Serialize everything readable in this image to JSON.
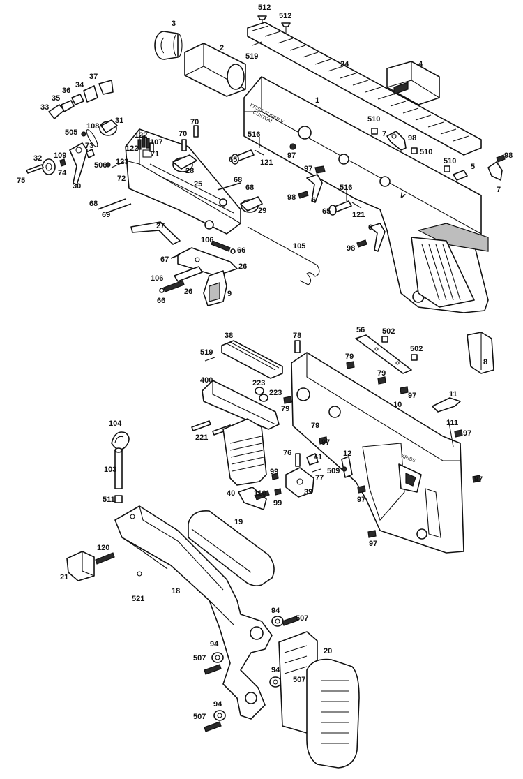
{
  "receiver_engraving": {
    "line1": "KRISS SUPER V",
    "line2": "CUSTOM"
  },
  "lower_engraving": "KRISS",
  "logo_text": "V",
  "part_labels": [
    {
      "id": "p512a",
      "text": "512"
    },
    {
      "id": "p512b",
      "text": "512"
    },
    {
      "id": "p3",
      "text": "3"
    },
    {
      "id": "p2",
      "text": "2"
    },
    {
      "id": "p519a",
      "text": "519"
    },
    {
      "id": "p24",
      "text": "24"
    },
    {
      "id": "p4",
      "text": "4"
    },
    {
      "id": "p37",
      "text": "37"
    },
    {
      "id": "p34",
      "text": "34"
    },
    {
      "id": "p36",
      "text": "36"
    },
    {
      "id": "p35",
      "text": "35"
    },
    {
      "id": "p33",
      "text": "33"
    },
    {
      "id": "p1",
      "text": "1"
    },
    {
      "id": "p31",
      "text": "31"
    },
    {
      "id": "p108",
      "text": "108"
    },
    {
      "id": "p505",
      "text": "505"
    },
    {
      "id": "p122a",
      "text": "122"
    },
    {
      "id": "p107",
      "text": "107"
    },
    {
      "id": "p122b",
      "text": "122"
    },
    {
      "id": "p71",
      "text": "71"
    },
    {
      "id": "p70a",
      "text": "70"
    },
    {
      "id": "p70b",
      "text": "70"
    },
    {
      "id": "p516a",
      "text": "516"
    },
    {
      "id": "p510a",
      "text": "510"
    },
    {
      "id": "p7a",
      "text": "7"
    },
    {
      "id": "p98a",
      "text": "98"
    },
    {
      "id": "p510b",
      "text": "510"
    },
    {
      "id": "p98b",
      "text": "98"
    },
    {
      "id": "p73",
      "text": "73"
    },
    {
      "id": "p109",
      "text": "109"
    },
    {
      "id": "p32",
      "text": "32"
    },
    {
      "id": "p74",
      "text": "74"
    },
    {
      "id": "p75",
      "text": "75"
    },
    {
      "id": "p30",
      "text": "30"
    },
    {
      "id": "p506",
      "text": "506"
    },
    {
      "id": "p123",
      "text": "123"
    },
    {
      "id": "p72",
      "text": "72"
    },
    {
      "id": "p28",
      "text": "28"
    },
    {
      "id": "p65a",
      "text": "65"
    },
    {
      "id": "p121a",
      "text": "121"
    },
    {
      "id": "p97a",
      "text": "97"
    },
    {
      "id": "p510c",
      "text": "510"
    },
    {
      "id": "p5",
      "text": "5"
    },
    {
      "id": "p7b",
      "text": "7"
    },
    {
      "id": "p25",
      "text": "25"
    },
    {
      "id": "p68a",
      "text": "68"
    },
    {
      "id": "p68b",
      "text": "68"
    },
    {
      "id": "p97b",
      "text": "97"
    },
    {
      "id": "p98c",
      "text": "98"
    },
    {
      "id": "p6a",
      "text": "6"
    },
    {
      "id": "p516b",
      "text": "516"
    },
    {
      "id": "p68c",
      "text": "68"
    },
    {
      "id": "p69",
      "text": "69"
    },
    {
      "id": "p29",
      "text": "29"
    },
    {
      "id": "p65b",
      "text": "65"
    },
    {
      "id": "p121b",
      "text": "121"
    },
    {
      "id": "p27",
      "text": "27"
    },
    {
      "id": "p6b",
      "text": "6"
    },
    {
      "id": "p98d",
      "text": "98"
    },
    {
      "id": "p106a",
      "text": "106"
    },
    {
      "id": "p66a",
      "text": "66"
    },
    {
      "id": "p105",
      "text": "105"
    },
    {
      "id": "p67",
      "text": "67"
    },
    {
      "id": "p26a",
      "text": "26"
    },
    {
      "id": "p106b",
      "text": "106"
    },
    {
      "id": "p26b",
      "text": "26"
    },
    {
      "id": "p9",
      "text": "9"
    },
    {
      "id": "p66b",
      "text": "66"
    },
    {
      "id": "p38",
      "text": "38"
    },
    {
      "id": "p78",
      "text": "78"
    },
    {
      "id": "p56",
      "text": "56"
    },
    {
      "id": "p502a",
      "text": "502"
    },
    {
      "id": "p502b",
      "text": "502"
    },
    {
      "id": "p8",
      "text": "8"
    },
    {
      "id": "p519b",
      "text": "519"
    },
    {
      "id": "p79a",
      "text": "79"
    },
    {
      "id": "p400",
      "text": "400"
    },
    {
      "id": "p223a",
      "text": "223"
    },
    {
      "id": "p223b",
      "text": "223"
    },
    {
      "id": "p79b",
      "text": "79"
    },
    {
      "id": "p79c",
      "text": "79"
    },
    {
      "id": "p97c",
      "text": "97"
    },
    {
      "id": "p10",
      "text": "10"
    },
    {
      "id": "p11",
      "text": "11"
    },
    {
      "id": "p79d",
      "text": "79"
    },
    {
      "id": "p111",
      "text": "111"
    },
    {
      "id": "p97d",
      "text": "97"
    },
    {
      "id": "p104",
      "text": "104"
    },
    {
      "id": "p221",
      "text": "221"
    },
    {
      "id": "p97e",
      "text": "97"
    },
    {
      "id": "p76",
      "text": "76"
    },
    {
      "id": "p12",
      "text": "12"
    },
    {
      "id": "p41",
      "text": "41"
    },
    {
      "id": "p103",
      "text": "103"
    },
    {
      "id": "p99a",
      "text": "99"
    },
    {
      "id": "p77",
      "text": "77"
    },
    {
      "id": "p509",
      "text": "509"
    },
    {
      "id": "p97f",
      "text": "97"
    },
    {
      "id": "p40",
      "text": "40"
    },
    {
      "id": "p110",
      "text": "110"
    },
    {
      "id": "p39",
      "text": "39"
    },
    {
      "id": "p99b",
      "text": "99"
    },
    {
      "id": "p511",
      "text": "511"
    },
    {
      "id": "p97g",
      "text": "97"
    },
    {
      "id": "p19",
      "text": "19"
    },
    {
      "id": "p97h",
      "text": "97"
    },
    {
      "id": "p120",
      "text": "120"
    },
    {
      "id": "p21",
      "text": "21"
    },
    {
      "id": "p18",
      "text": "18"
    },
    {
      "id": "p521",
      "text": "521"
    },
    {
      "id": "p94a",
      "text": "94"
    },
    {
      "id": "p507a",
      "text": "507"
    },
    {
      "id": "p20",
      "text": "20"
    },
    {
      "id": "p94b",
      "text": "94"
    },
    {
      "id": "p507b",
      "text": "507"
    },
    {
      "id": "p94c",
      "text": "94"
    },
    {
      "id": "p507c",
      "text": "507"
    },
    {
      "id": "p94d",
      "text": "94"
    },
    {
      "id": "p507d",
      "text": "507"
    }
  ]
}
